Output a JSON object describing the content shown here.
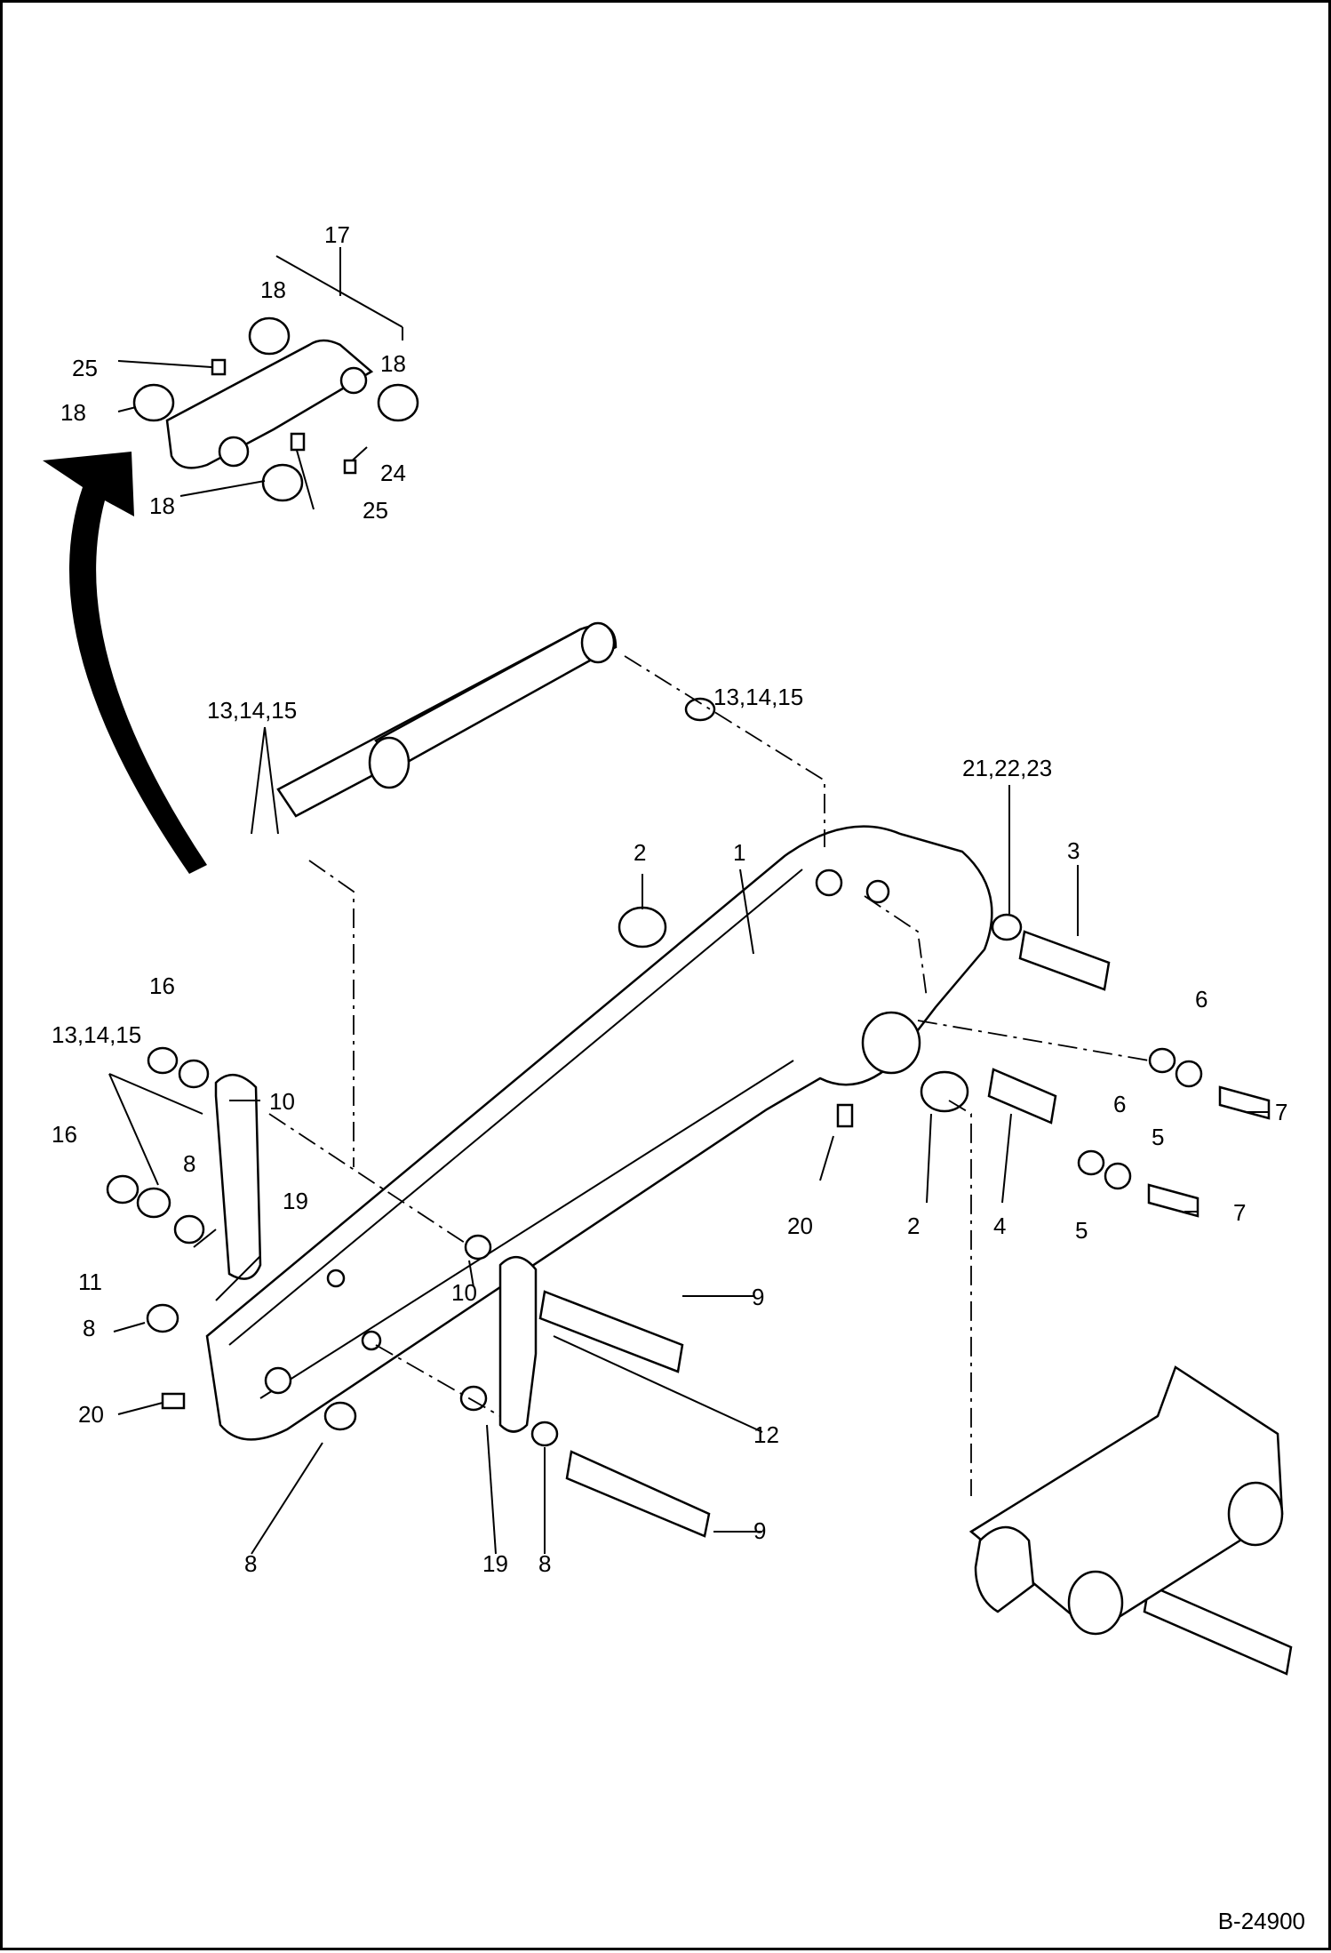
{
  "figure": {
    "reference_code": "B-24900",
    "callouts": [
      "17",
      "18",
      "18",
      "25",
      "18",
      "24",
      "25",
      "18",
      "13,14,15",
      "13,14,15",
      "21,22,23",
      "2",
      "1",
      "3",
      "16",
      "6",
      "13,14,15",
      "10",
      "5",
      "7",
      "16",
      "8",
      "19",
      "20",
      "2",
      "4",
      "6",
      "5",
      "7",
      "11",
      "10",
      "9",
      "8",
      "20",
      "12",
      "8",
      "19",
      "8",
      "9"
    ]
  }
}
